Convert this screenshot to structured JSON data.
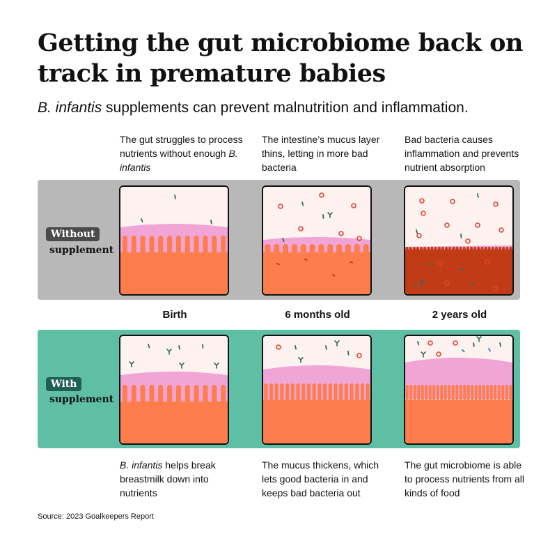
{
  "title": "Getting the gut microbiome back on track in premature babies",
  "subtitle_italic": "B. infantis",
  "subtitle_rest": " supplements can prevent malnutrition and inflammation.",
  "top_captions": [
    {
      "pre": "The gut struggles to process nutrients without enough ",
      "em": "B. infantis",
      "post": ""
    },
    {
      "pre": "The intestine’s mucus layer thins, letting in more bad bacteria",
      "em": "",
      "post": ""
    },
    {
      "pre": "Bad bacteria causes inflammation and prevents nutrient absorption",
      "em": "",
      "post": ""
    }
  ],
  "rows": {
    "without": {
      "pill": "Without",
      "label": "supplement",
      "color": "#b8b8b8"
    },
    "with": {
      "pill": "With",
      "label": "supplement",
      "color": "#5ebfa5"
    }
  },
  "stages": [
    "Birth",
    "6 months old",
    "2 years old"
  ],
  "bottom_captions": [
    {
      "pre": "",
      "em": "B. infantis",
      "post": " helps break breastmilk down into nutrients"
    },
    {
      "pre": "The mucus thickens, which lets good bacteria in and keeps bad bacteria out",
      "em": "",
      "post": ""
    },
    {
      "pre": "The gut microbiome is able to process nutrients from all kinds of food",
      "em": "",
      "post": ""
    }
  ],
  "colors": {
    "tissue": "#fd7d4d",
    "inflamed_tissue": "#c13b16",
    "mucus": "#f0a5d6",
    "lumen": "#fdf2ef",
    "bad_bacteria": "#e0462f",
    "good_bacteria": "#2c6b5c"
  },
  "source": "Source: 2023 Goalkeepers Report"
}
